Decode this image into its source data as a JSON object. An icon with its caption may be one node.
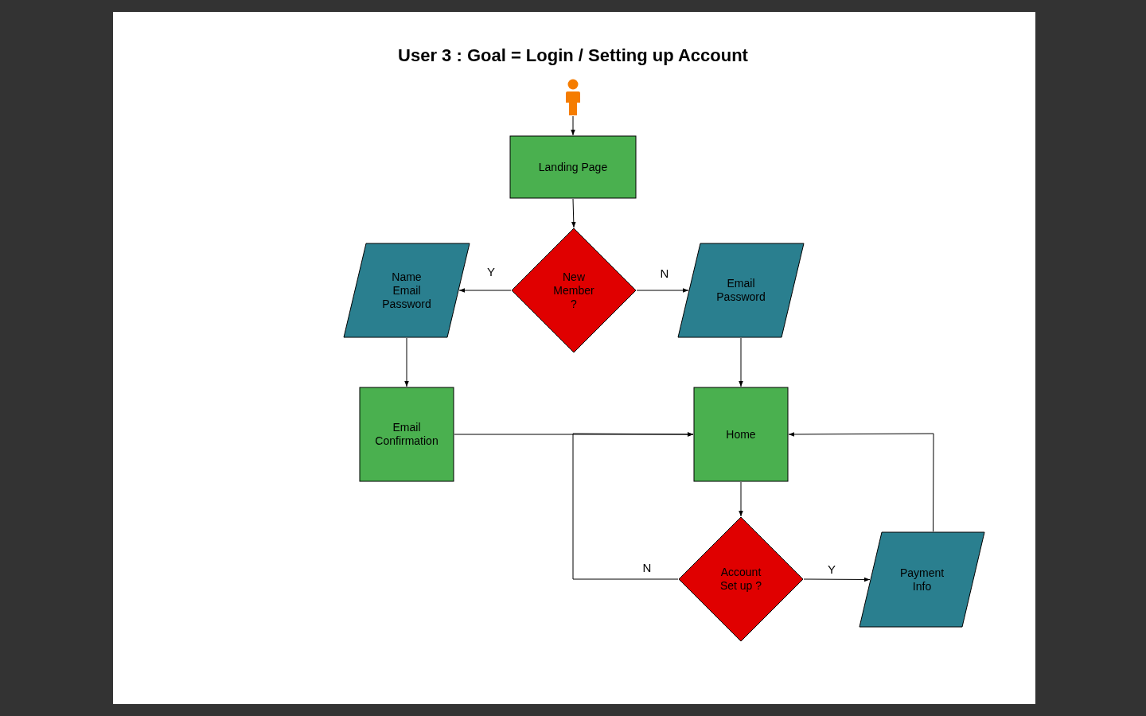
{
  "diagram": {
    "title": "User 3 : Goal = Login / Setting up Account",
    "nodes": [
      {
        "text": [],
        "shape": "person"
      },
      {
        "text": [
          "Landing Page"
        ]
      },
      {
        "text": [
          "New Member ?"
        ]
      },
      {
        "text": [
          "Name Email Password"
        ]
      },
      {
        "text": [
          "Email Password"
        ]
      },
      {
        "text": [
          "Email Confirmation"
        ]
      },
      {
        "text": [
          "Home"
        ]
      },
      {
        "text": [
          "Account Set up ?"
        ]
      },
      {
        "text": [
          "Payment Info"
        ]
      }
    ],
    "edges": [
      {
        "from": 0,
        "to": 1,
        "arrow": "to"
      },
      {
        "from": 1,
        "to": 2,
        "arrow": "to"
      },
      {
        "from": 2,
        "to": 3,
        "arrow": "to",
        "label": "Y"
      },
      {
        "from": 2,
        "to": 4,
        "arrow": "to",
        "label": "N"
      },
      {
        "from": 3,
        "to": 5,
        "arrow": "to"
      },
      {
        "from": 4,
        "to": 6,
        "arrow": "to"
      },
      {
        "from": 5,
        "to": 6,
        "arrow": "to"
      },
      {
        "from": 7,
        "to": 6,
        "arrow": "to",
        "label": "N"
      },
      {
        "from": 6,
        "to": 7,
        "arrow": "to"
      },
      {
        "from": 7,
        "to": 8,
        "arrow": "to",
        "label": "Y"
      },
      {
        "from": 8,
        "to": 6,
        "arrow": "to"
      }
    ]
  }
}
